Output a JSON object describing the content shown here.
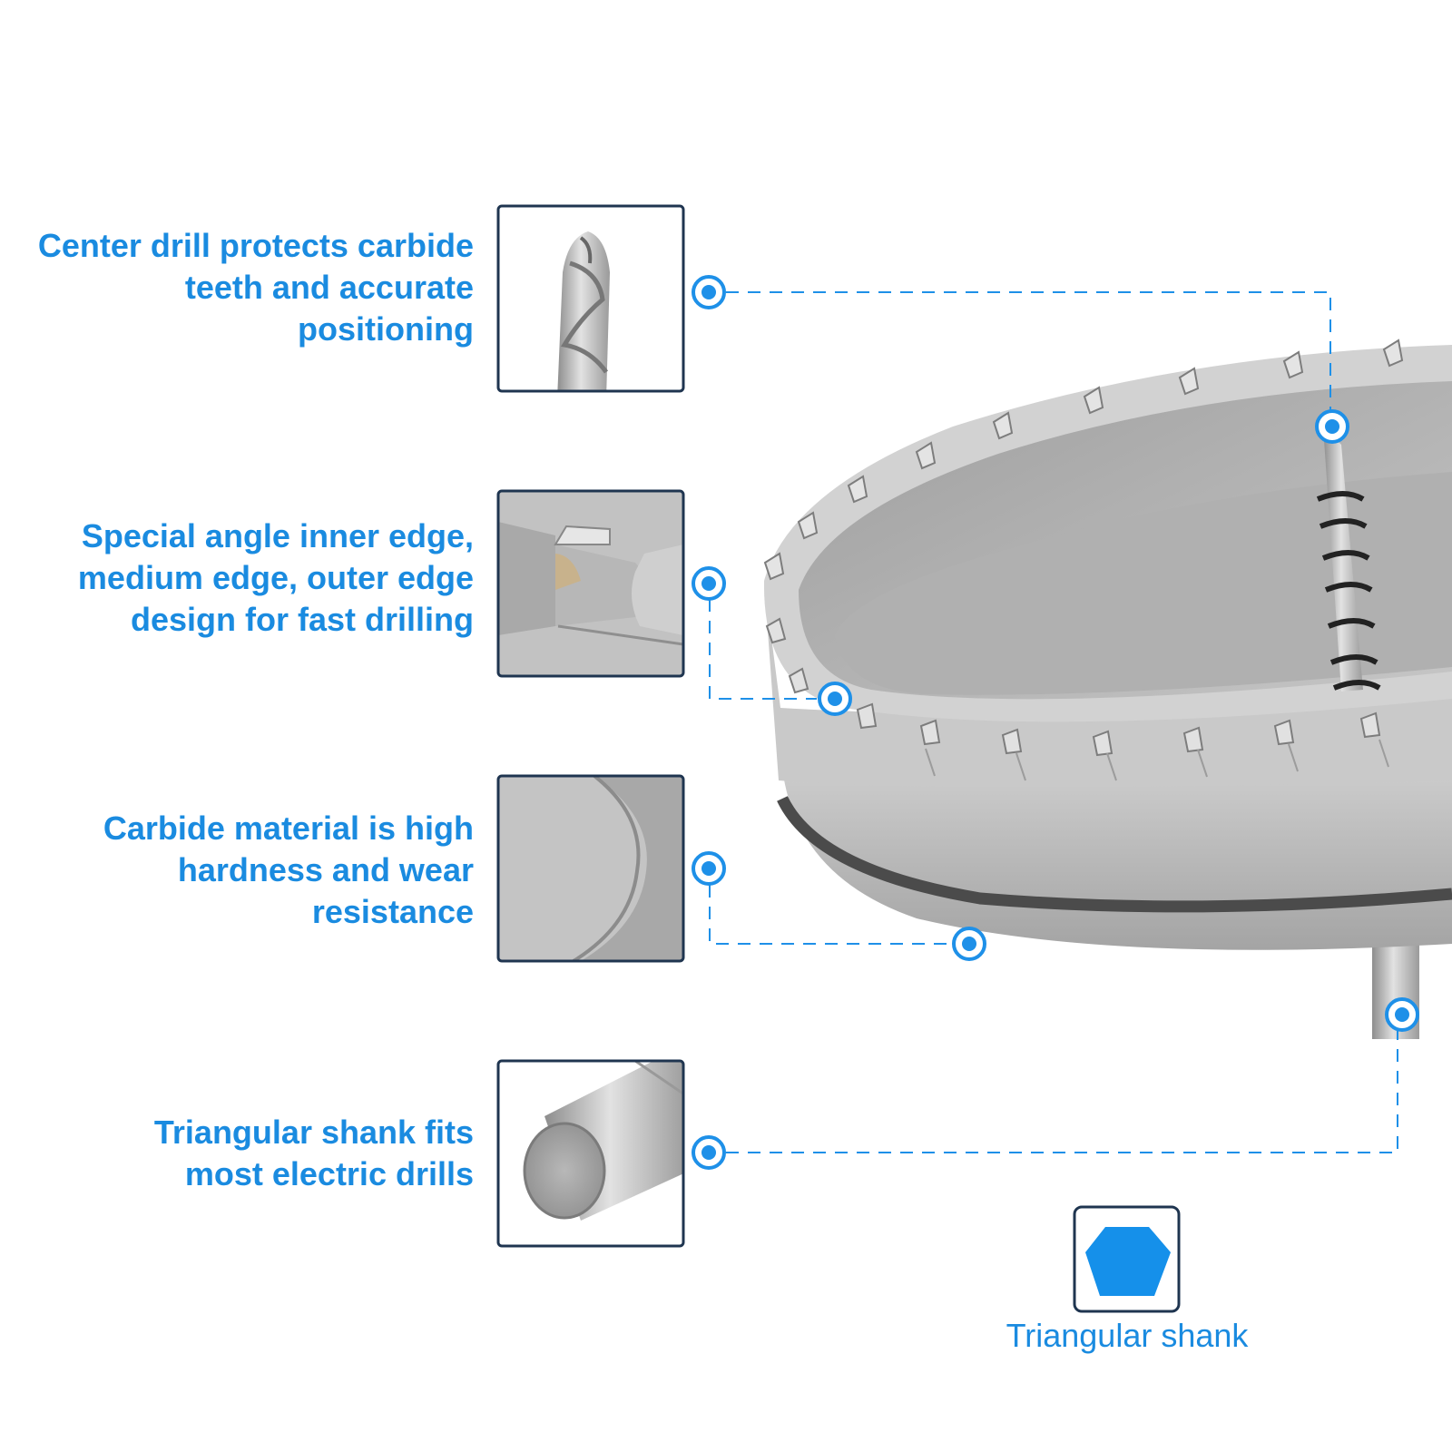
{
  "features": [
    {
      "id": "center-drill",
      "text": "Center drill protects carbide\nteeth and accurate\npositioning"
    },
    {
      "id": "edge-design",
      "text": "Special angle inner edge,\nmedium edge, outer edge\ndesign for fast drilling"
    },
    {
      "id": "carbide-material",
      "text": "Carbide material is high\nhardness and wear\nresistance"
    },
    {
      "id": "triangular-shank",
      "text": "Triangular shank fits\nmost electric drills"
    }
  ],
  "shank_caption": "Triangular shank",
  "colors": {
    "accent": "#1a8be0",
    "callout_dot": "#1e90e8",
    "box_border": "#1f3550",
    "steel_light": "#d8d8d8",
    "steel_mid": "#b4b4b4",
    "steel_dark": "#8c8c8c",
    "shank_shape": "#1590ea"
  }
}
